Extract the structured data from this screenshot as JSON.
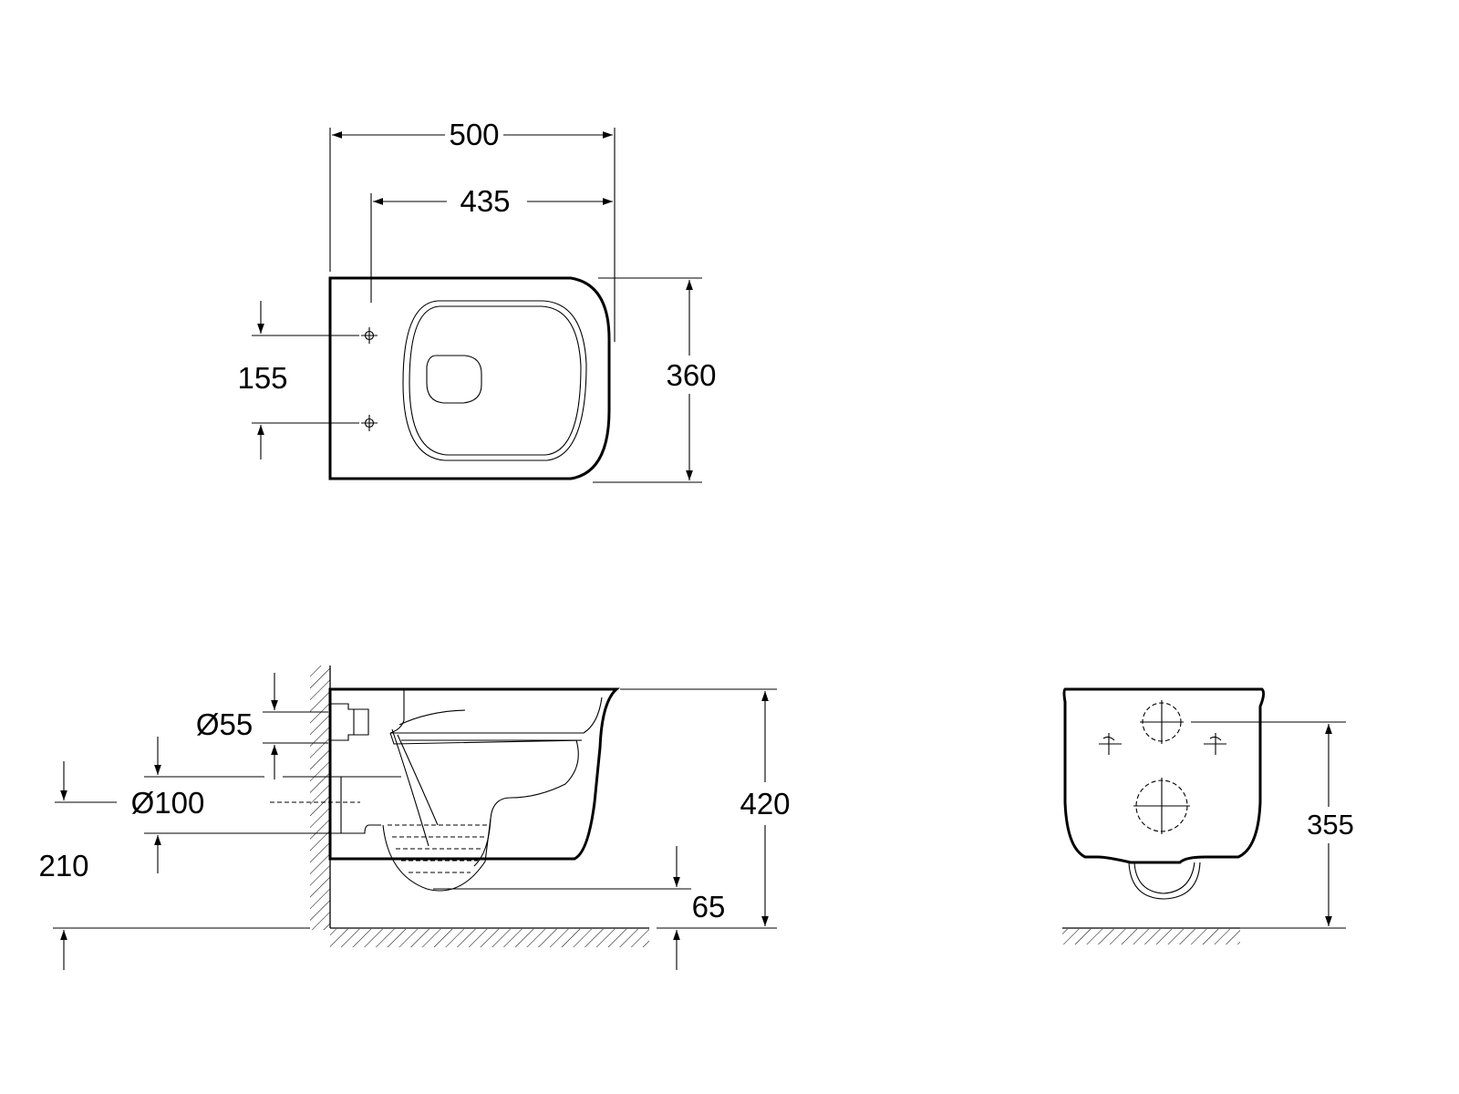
{
  "top_view": {
    "overall_length": "500",
    "fixing_to_front": "435",
    "width": "360",
    "fixing_spacing": "155"
  },
  "side_view": {
    "inlet_diameter": "Ø55",
    "outlet_diameter": "Ø100",
    "outlet_height": "210",
    "bowl_height": "420",
    "underside_clearance": "65"
  },
  "rear_view": {
    "fixing_height": "355"
  }
}
